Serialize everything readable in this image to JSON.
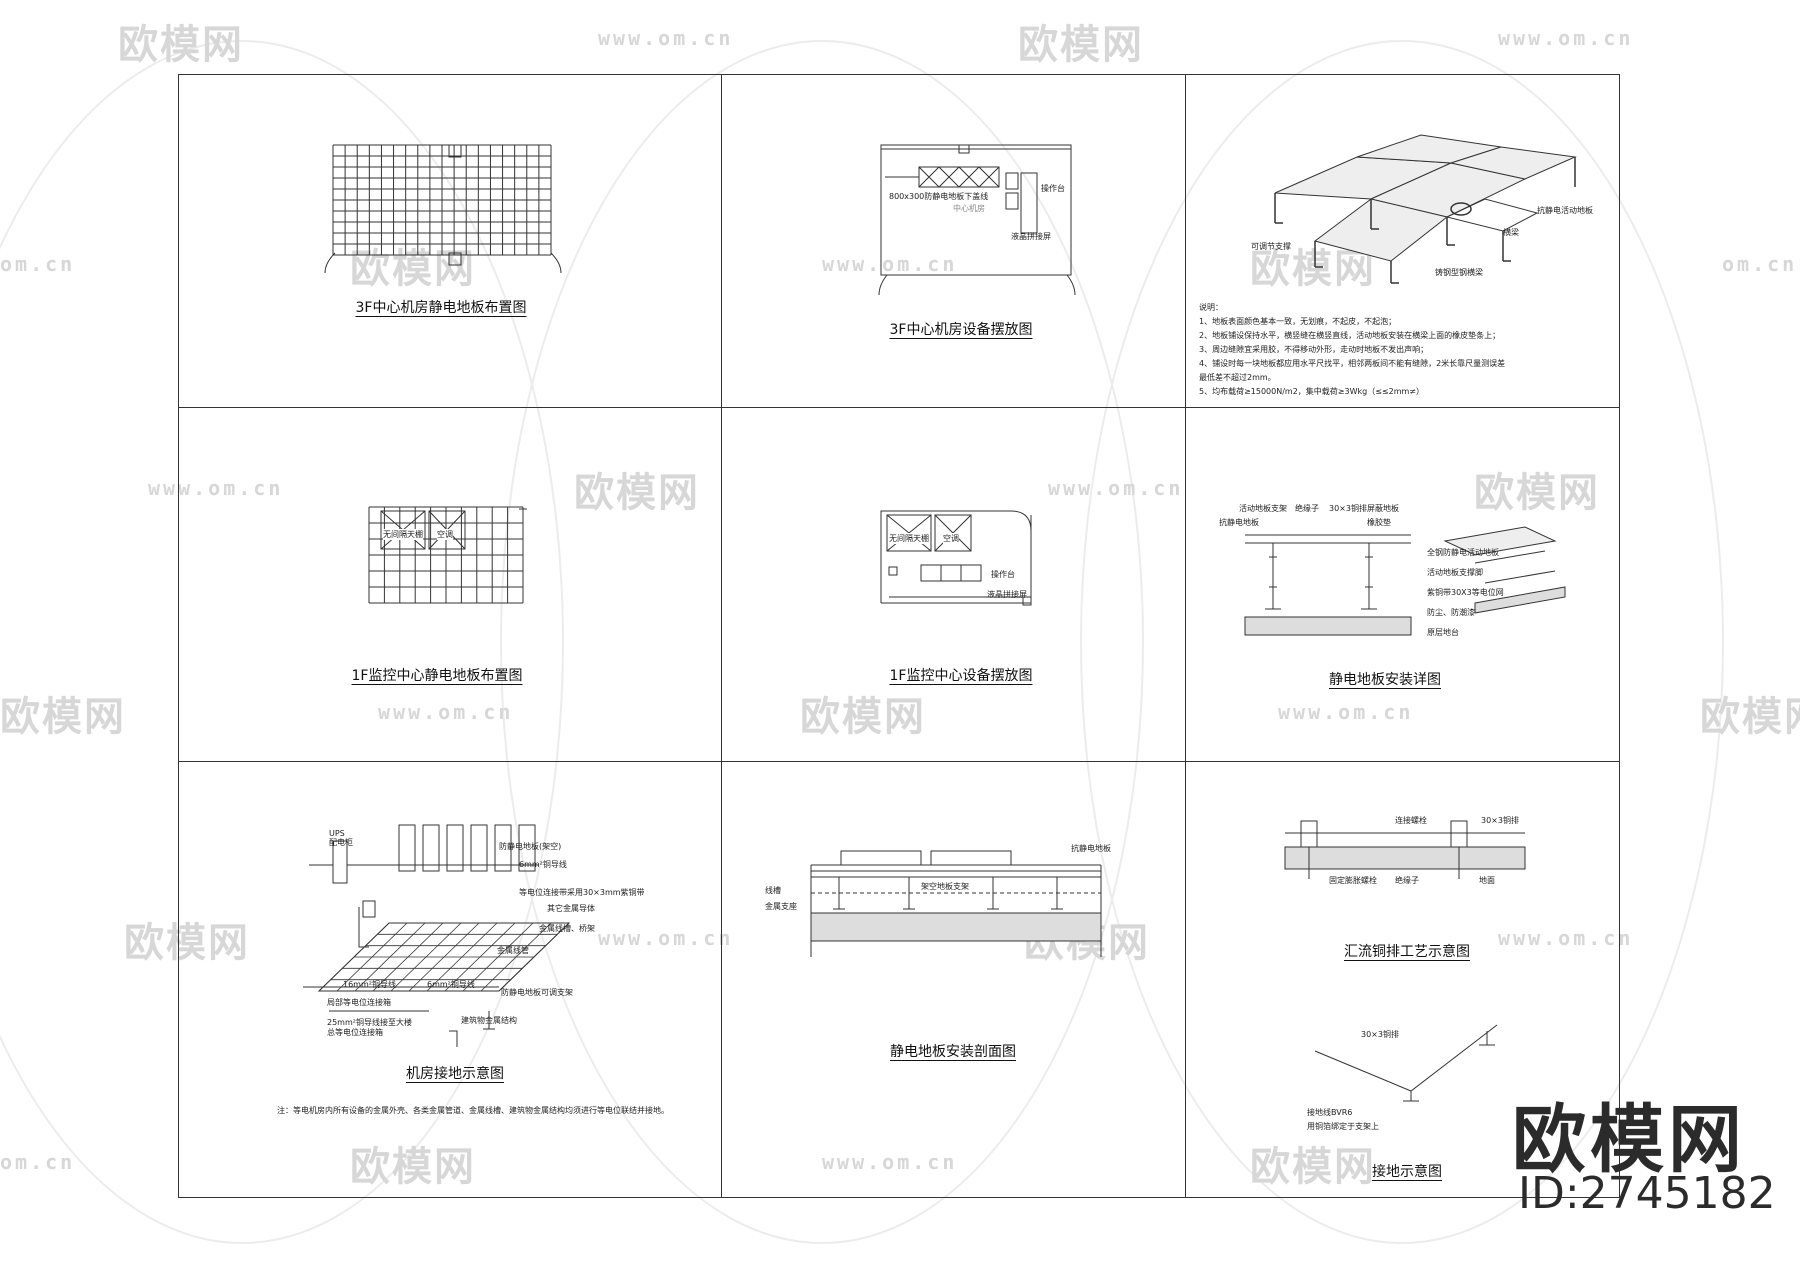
{
  "watermark": {
    "logo_text": "欧模网",
    "url_text": "www.om.cn",
    "side_url": "om.cn"
  },
  "brand": {
    "name": "欧模网",
    "id": "ID:2745182"
  },
  "panels": [
    {
      "caption": "3F中心机房静电地板布置图"
    },
    {
      "caption": "3F中心机房设备摆放图",
      "labels": [
        "800x300防静电地板下盖线",
        "中心机房",
        "操作台",
        "液晶拼接屏"
      ]
    },
    {
      "caption": "",
      "labels": [
        "抗静电活动地板",
        "横梁",
        "可调节支撑",
        "铸钢型钢横梁"
      ],
      "notes_title": "说明：",
      "notes": [
        "1、地板表面颜色基本一致，无划痕，不起皮，不起泡；",
        "2、地板铺设保持水平，横竖缝在横竖直线，活动地板安装在横梁上面的橡皮垫条上；",
        "3、周边缝隙宜采用胶，不得移动外形，走动时地板不发出声响；",
        "4、铺设时每一块地板都应用水平尺找平，相邻两板间不能有缝隙，2米长靠尺量测误差",
        "最低差不超过2mm。",
        "5、均布载荷≥15000N/m2，集中载荷≥3Wkg（≤≤2mm≠）"
      ]
    },
    {
      "caption": "1F监控中心静电地板布置图",
      "labels": [
        "无间隔天棚",
        "空调"
      ]
    },
    {
      "caption": "1F监控中心设备摆放图",
      "labels": [
        "无间隔天棚",
        "空调",
        "操作台",
        "液晶拼接屏"
      ]
    },
    {
      "caption": "静电地板安装详图",
      "labels": [
        "活动地板支架",
        "抗静电地板",
        "绝缘子",
        "30×3铜排",
        "屏蔽地板",
        "橡胶垫",
        "全钢防静电活动地板",
        "活动地板支撑脚",
        "紫铜带30X3等电位网",
        "防尘、防潮漆",
        "原层地台"
      ]
    },
    {
      "caption": "机房接地示意图",
      "labels": [
        "UPS",
        "配电柜",
        "防静电地板(架空)",
        "6mm²铜导线",
        "等电位连接带采用30×3mm紫铜带",
        "其它金属导体",
        "金属线槽、桥架",
        "金属线管",
        "16mm²铜导线",
        "6mm²铜导线",
        "局部等电位连接箱",
        "25mm²铜导线接至大楼",
        "总等电位连接箱",
        "防静电地板可调支架",
        "建筑物金属结构"
      ],
      "note": "注：等电机房内所有设备的金属外壳、各类金属管道、金属线槽、建筑物金属结构均须进行等电位联结并接地。"
    },
    {
      "caption": "静电地板安装剖面图",
      "labels": [
        "抗静电地板",
        "线槽",
        "金属支座",
        "架空地板支架"
      ]
    },
    {
      "caption": "汇流铜排工艺示意图",
      "labels": [
        "连接螺栓",
        "30×3铜排",
        "固定膨胀螺栓",
        "绝缘子",
        "地面"
      ],
      "caption2": "接地示意图",
      "labels2": [
        "30×3铜排",
        "接地线BVR6",
        "用铜箔绑定于支架上"
      ]
    }
  ]
}
